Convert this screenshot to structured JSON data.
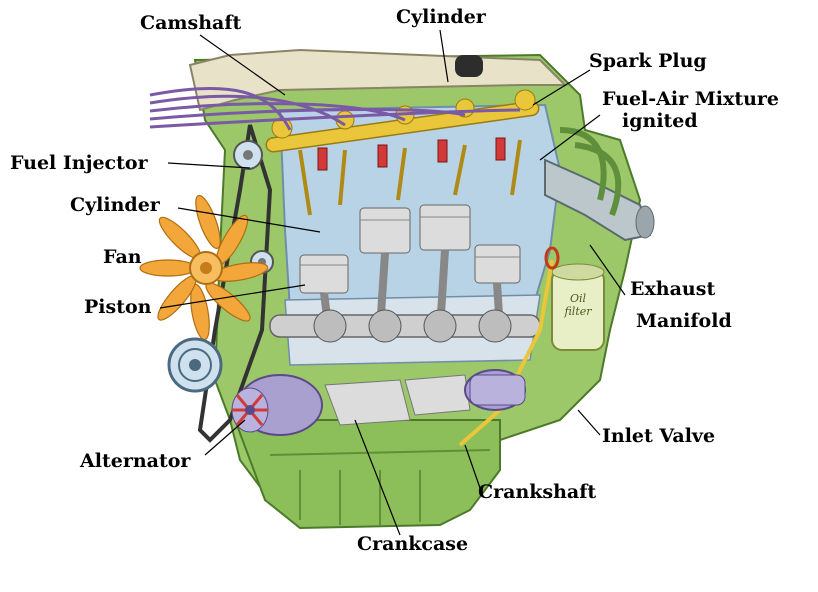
{
  "labels": {
    "camshaft": "Camshaft",
    "cylinder_top": "Cylinder",
    "spark_plug": "Spark Plug",
    "fuel_air_mixture_1": "Fuel-Air Mixture",
    "fuel_air_mixture_2": "ignited",
    "fuel_injector": "Fuel Injector",
    "cylinder_left": "Cylinder",
    "fan": "Fan",
    "piston": "Piston",
    "exhaust": "Exhaust",
    "manifold": "Manifold",
    "inlet_valve": "Inlet Valve",
    "alternator": "Alternator",
    "crankshaft": "Crankshaft",
    "crankcase": "Crankcase",
    "oil_filter_1": "Oil",
    "oil_filter_2": "filter"
  },
  "colors": {
    "block_green": "#9cc86a",
    "block_dark_green": "#5f8f3a",
    "interior_blue": "#b9d3e6",
    "piston_silver": "#dcdcdc",
    "fan_orange": "#f3a73b",
    "alternator_purple": "#a9a0cf",
    "cam_yellow": "#e9c63a",
    "plug_red": "#d23a3a",
    "wire_purple": "#7a5aa6"
  }
}
